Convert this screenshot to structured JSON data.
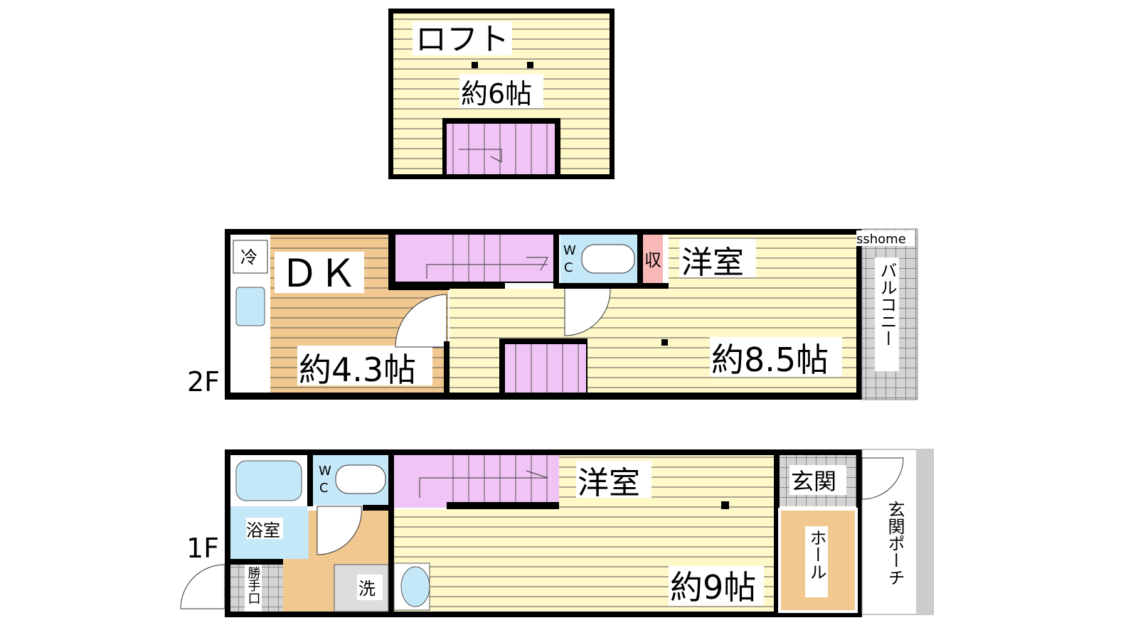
{
  "colors": {
    "western": "#fff8c8",
    "dk": "#f0c890",
    "stairs": "#f0c4f4",
    "wet": "#c4e8f8",
    "storage": "#f8b8b8",
    "tile": "#d4d4d4"
  },
  "loft": {
    "name": "ロフト",
    "size": "約6帖"
  },
  "floor2": {
    "floor_label": "2F",
    "dk": {
      "name": "ＤＫ",
      "size": "約4.3帖"
    },
    "fridge": "冷",
    "wc": [
      "W",
      "C"
    ],
    "storage": "収",
    "western": {
      "name": "洋室",
      "size": "約8.5帖"
    },
    "balcony": "バルコニー",
    "watermark": "sshome"
  },
  "floor1": {
    "floor_label": "1F",
    "bath": "浴室",
    "wc": [
      "W",
      "C"
    ],
    "western": {
      "name": "洋室",
      "size": "約9帖"
    },
    "entrance": "玄関",
    "hall": "ホール",
    "porch": "玄関ポーチ",
    "back_door": "勝手口",
    "washer": "洗"
  }
}
